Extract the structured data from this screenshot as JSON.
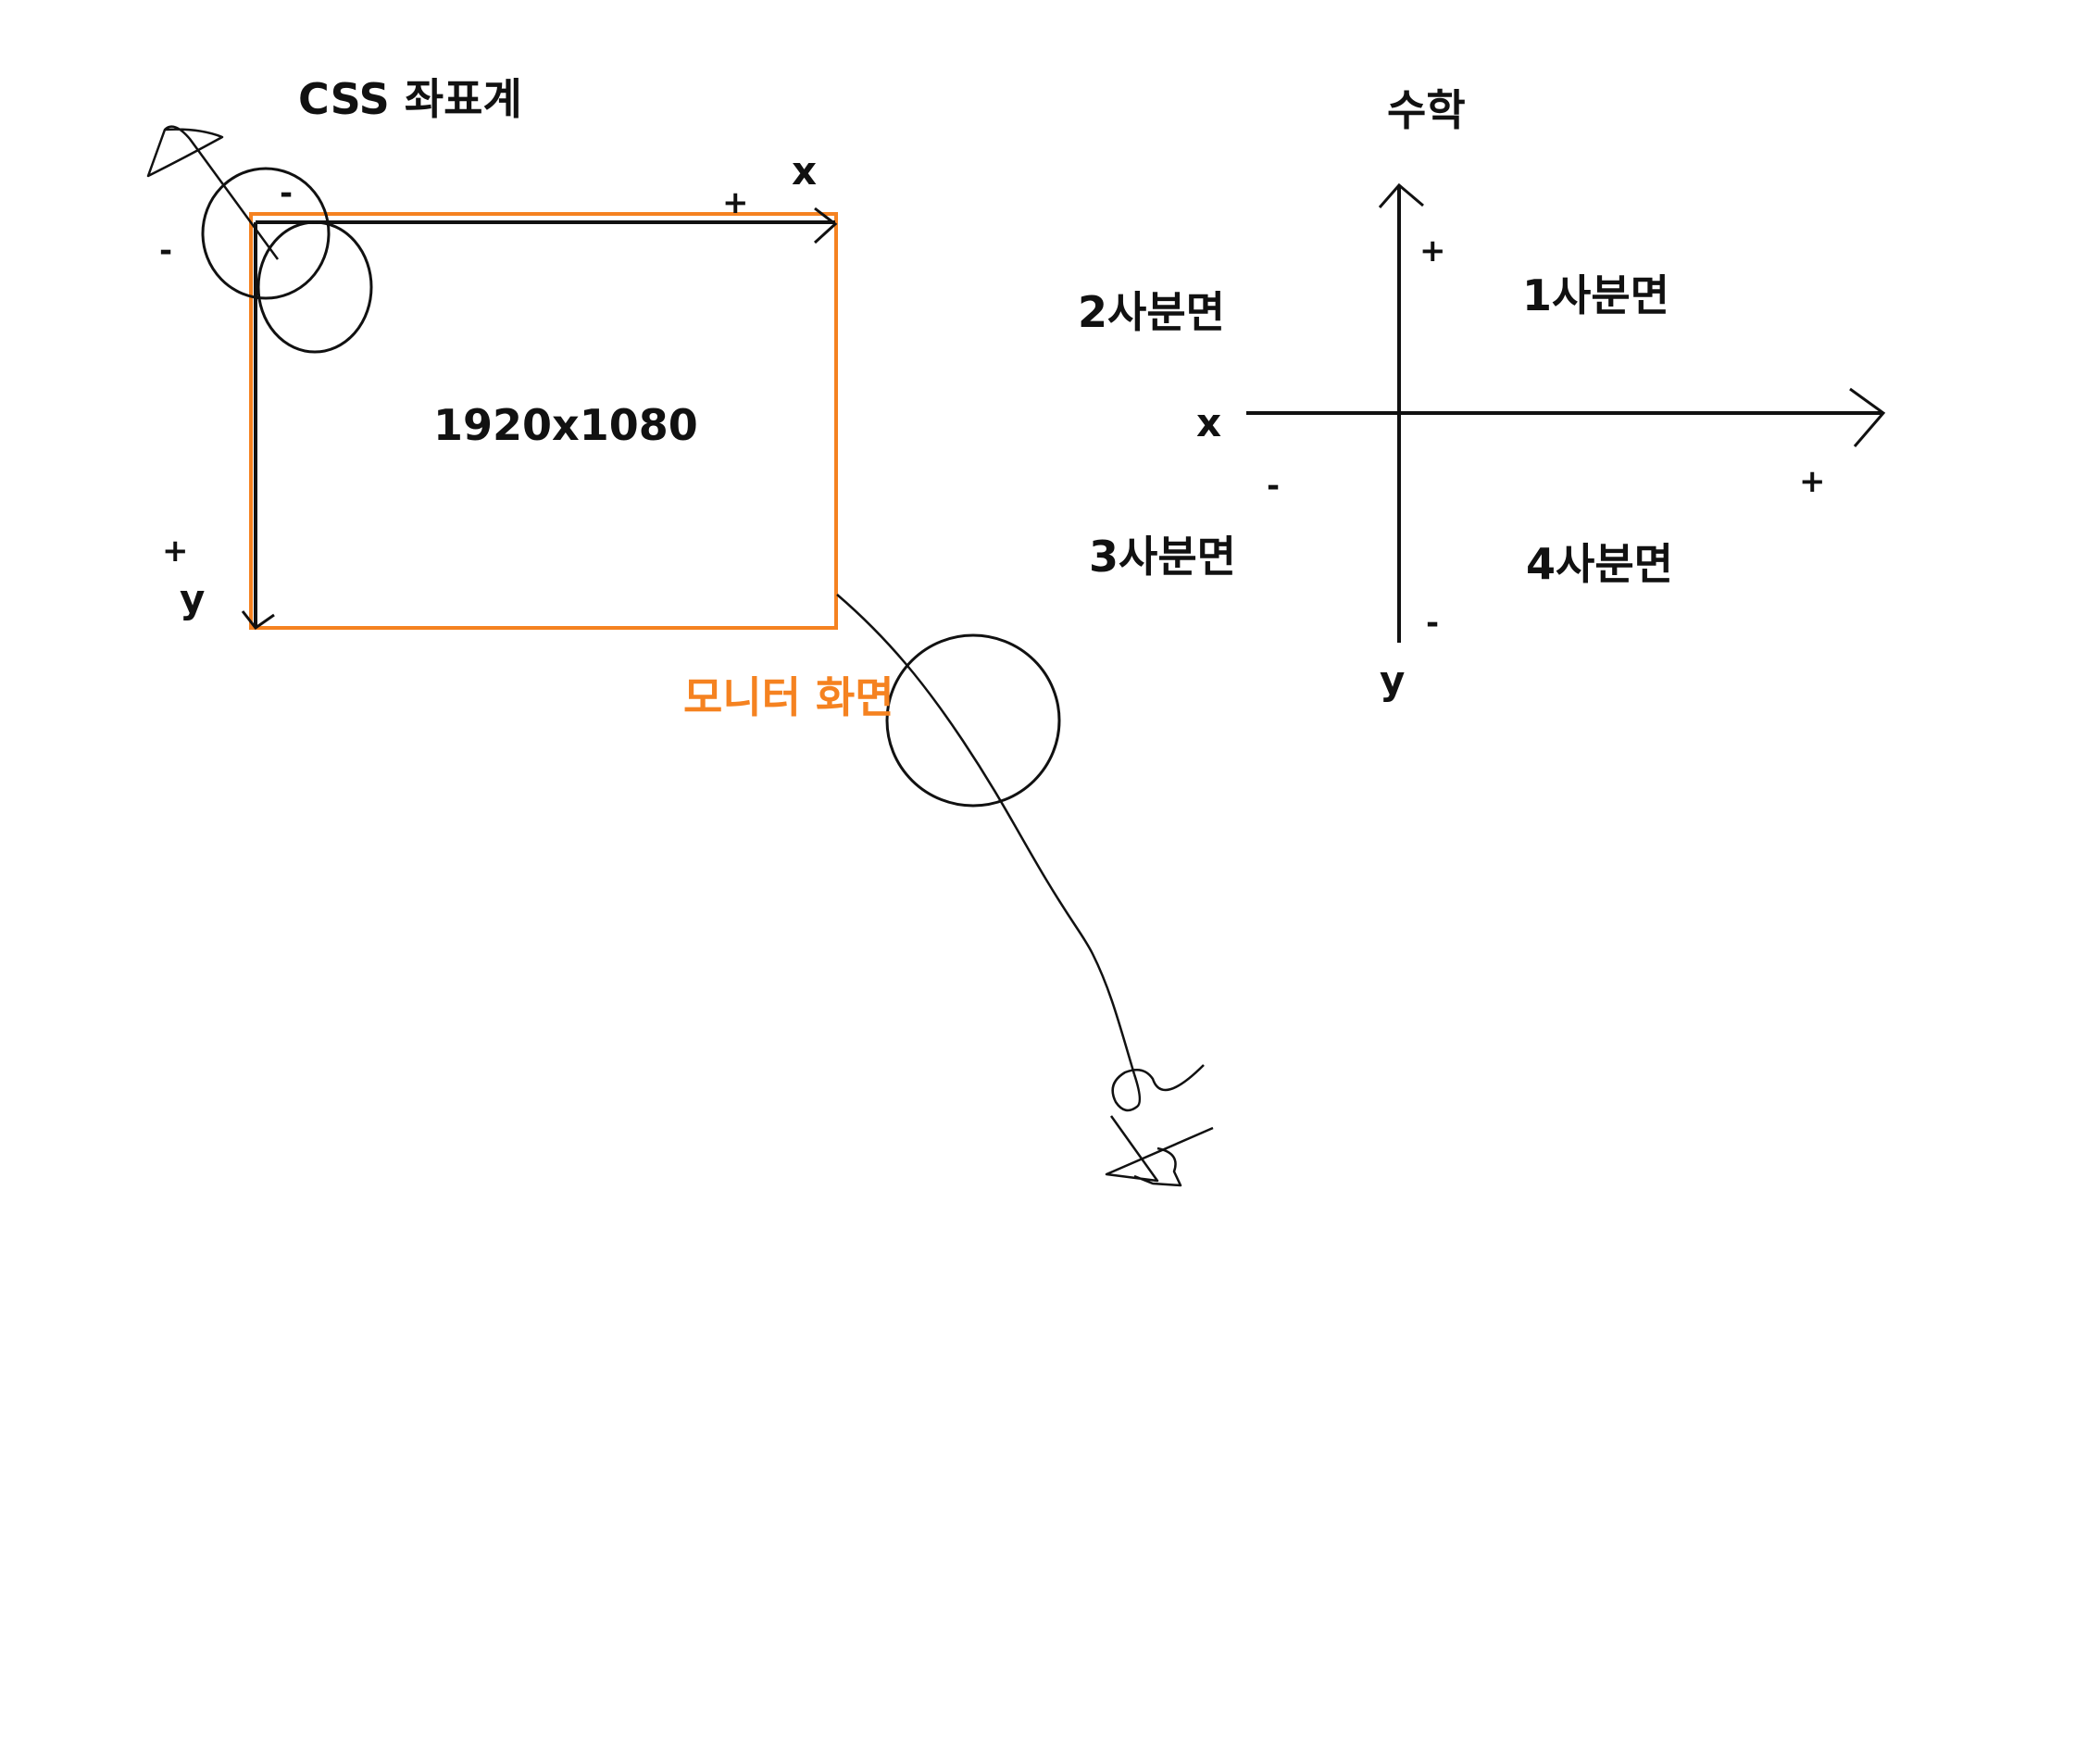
{
  "css": {
    "title": "CSS 좌표계",
    "x_axis_label": "x",
    "y_axis_label": "y",
    "x_plus": "+",
    "x_minus": "-",
    "y_plus": "+",
    "y_minus": "-",
    "resolution": "1920x1080",
    "monitor_label": "모니터 화면"
  },
  "math": {
    "title": "수학",
    "x_axis_label": "x",
    "y_axis_label": "y",
    "x_plus": "+",
    "x_minus": "-",
    "y_plus": "+",
    "y_minus": "-",
    "q1": "1사분면",
    "q2": "2사분면",
    "q3": "3사분면",
    "q4": "4사분면"
  },
  "colors": {
    "ink": "#111111",
    "monitor": "#f58220"
  }
}
